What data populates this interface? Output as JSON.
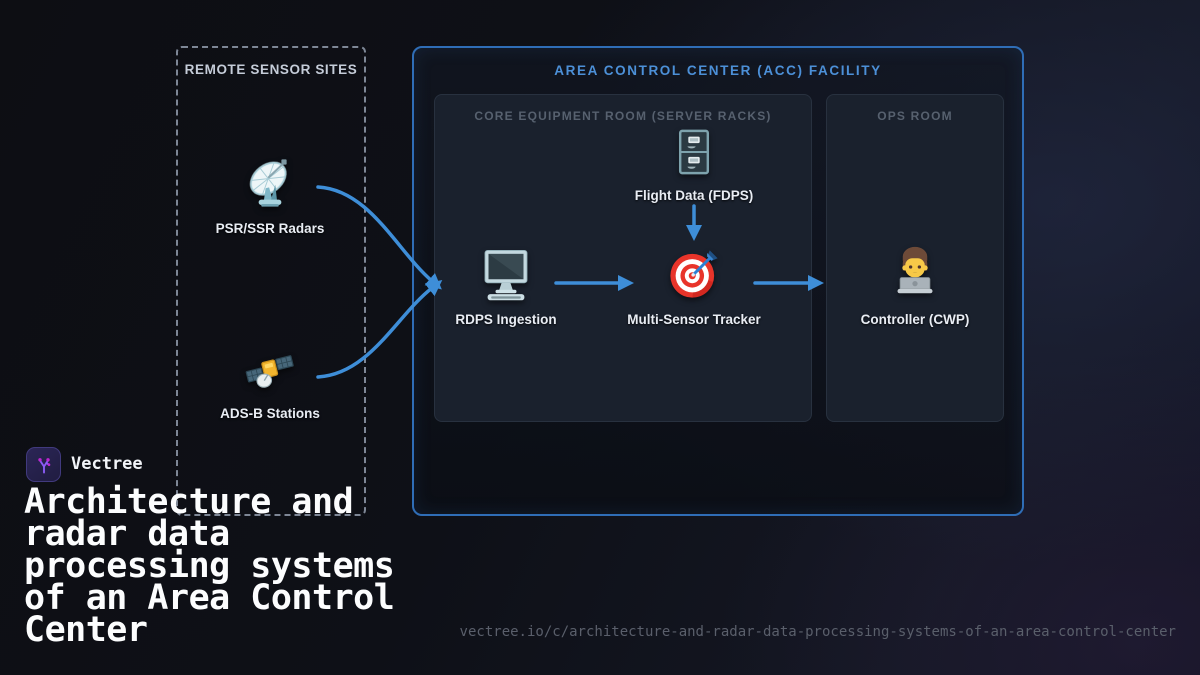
{
  "colors": {
    "background_dark": "#0d0e13",
    "background_navy": "#171a2b",
    "arrow_blue": "#3e8ed8",
    "acc_border_blue": "#2f6db6",
    "acc_title_blue": "#4c90d8",
    "dashed_border_gray": "#7e8796",
    "room_background": "#1a212d",
    "room_title_gray": "#57616f",
    "node_label_white": "#e9edf4",
    "logo_purple": "#8b5cf6",
    "logo_dot_magenta": "#c026d3",
    "url_gray": "#5a5f6b"
  },
  "sensor_panel": {
    "title": "REMOTE SENSOR SITES"
  },
  "acc_panel": {
    "title": "AREA CONTROL CENTER (ACC) FACILITY",
    "rooms": {
      "core": {
        "title": "CORE EQUIPMENT ROOM (SERVER RACKS)"
      },
      "ops": {
        "title": "OPS ROOM"
      }
    }
  },
  "nodes": {
    "psr": {
      "label": "PSR/SSR Radars",
      "icon": "satellite-dish-icon"
    },
    "adsb": {
      "label": "ADS-B Stations",
      "icon": "satellite-icon"
    },
    "fdps": {
      "label": "Flight Data (FDPS)",
      "icon": "file-cabinet-icon"
    },
    "rdps": {
      "label": "RDPS Ingestion",
      "icon": "desktop-computer-icon"
    },
    "tracker": {
      "label": "Multi-Sensor Tracker",
      "icon": "target-dart-icon"
    },
    "controller": {
      "label": "Controller (CWP)",
      "icon": "technologist-icon"
    }
  },
  "edges": [
    {
      "from": "psr",
      "to": "rdps"
    },
    {
      "from": "adsb",
      "to": "rdps"
    },
    {
      "from": "fdps",
      "to": "tracker"
    },
    {
      "from": "rdps",
      "to": "tracker"
    },
    {
      "from": "tracker",
      "to": "controller"
    }
  ],
  "branding": {
    "name": "Vectree",
    "title": "Architecture and radar data processing systems of an Area Control Center",
    "url": "vectree.io/c/architecture-and-radar-data-processing-systems-of-an-area-control-center"
  }
}
